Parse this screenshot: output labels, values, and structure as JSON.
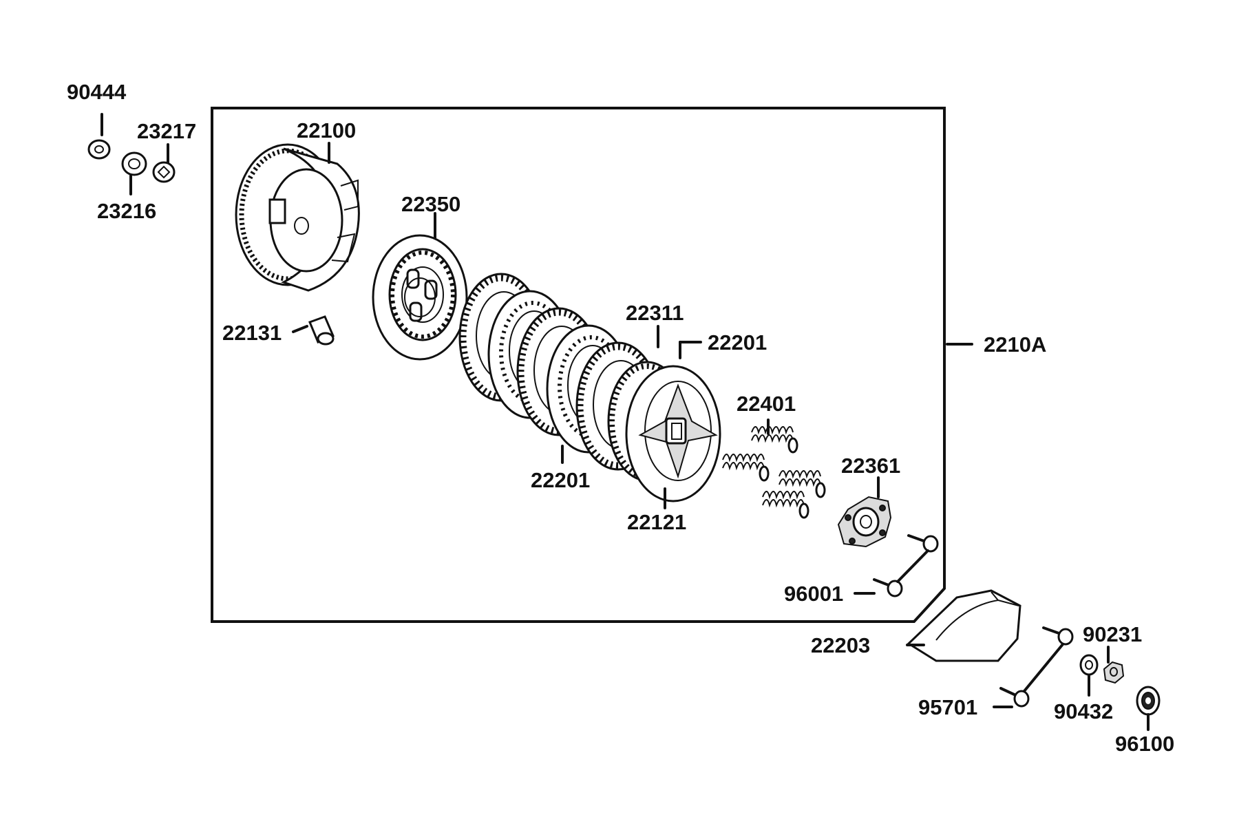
{
  "diagram": {
    "labels": {
      "p90444": "90444",
      "p23217": "23217",
      "p23216": "23216",
      "p22100": "22100",
      "p22350": "22350",
      "p22131": "22131",
      "p22311": "22311",
      "p22201_top": "22201",
      "p2210A": "2210A",
      "p22401": "22401",
      "p22201_bottom": "22201",
      "p22121": "22121",
      "p22361": "22361",
      "p96001": "96001",
      "p22203": "22203",
      "p90231": "90231",
      "p95701": "95701",
      "p90432": "90432",
      "p96100": "96100"
    }
  }
}
